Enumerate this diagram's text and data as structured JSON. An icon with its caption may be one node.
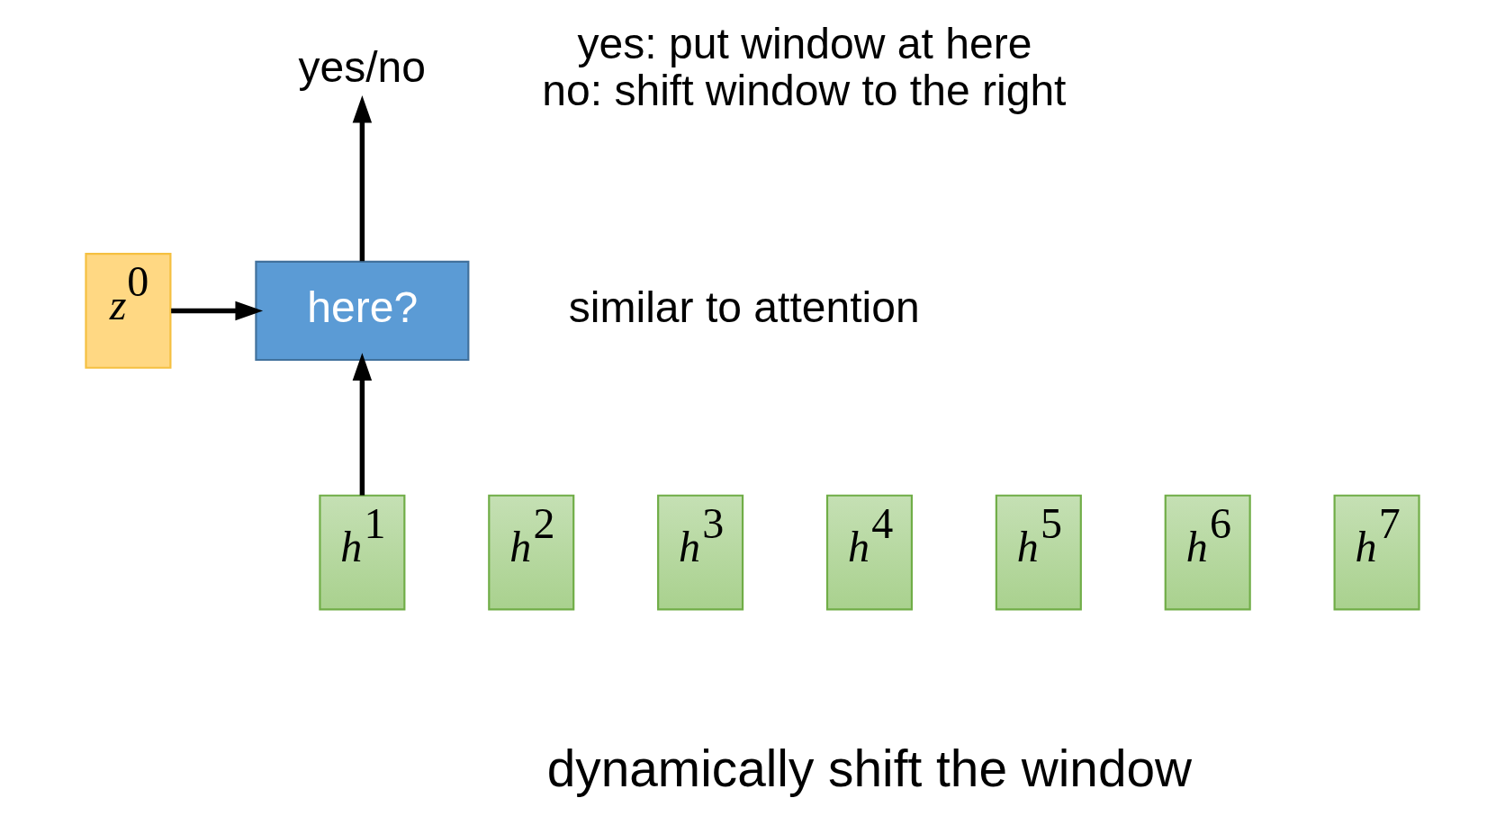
{
  "diagram": {
    "nodes": [
      {
        "text": [
          "*z*$^{0}$"
        ]
      },
      {
        "text": [
          "here?"
        ]
      },
      {
        "text": [
          "yes/no"
        ]
      },
      {
        "text": [
          "*h*$^{1}$"
        ]
      },
      {
        "text": [
          "*h*$^{2}$"
        ]
      },
      {
        "text": [
          "*h*$^{3}$"
        ]
      },
      {
        "text": [
          "*h*$^{4}$"
        ]
      },
      {
        "text": [
          "*h*$^{5}$"
        ]
      },
      {
        "text": [
          "*h*$^{6}$"
        ]
      },
      {
        "text": [
          "*h*$^{7}$"
        ]
      }
    ],
    "edges": [
      {
        "from": 0,
        "to": 1,
        "arrow": "to"
      },
      {
        "from": 3,
        "to": 1,
        "arrow": "to"
      },
      {
        "from": 1,
        "to": 2,
        "arrow": "to"
      }
    ],
    "labels": [
      "yes: put window at here",
      "no: shift window to the right",
      "similar to attention",
      "dynamically shift the window"
    ]
  }
}
